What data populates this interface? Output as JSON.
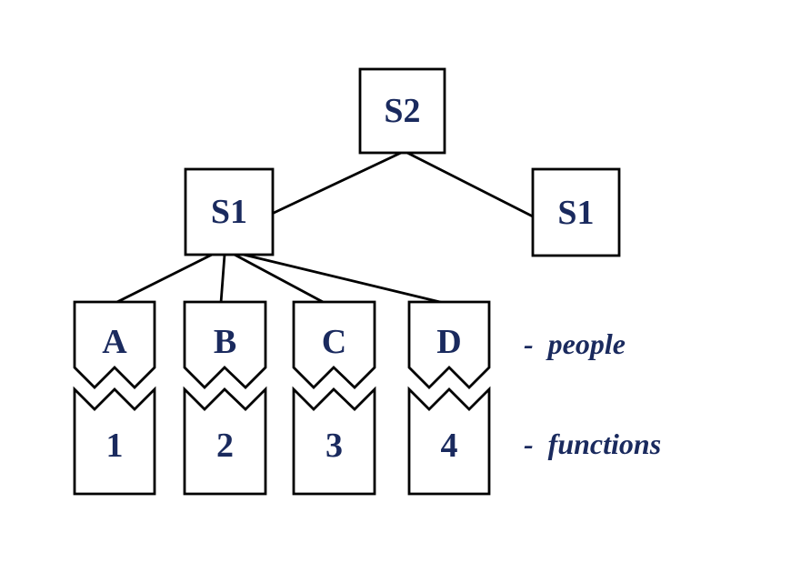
{
  "nodes": {
    "s2": "S2",
    "s1_left": "S1",
    "s1_right": "S1",
    "people": [
      "A",
      "B",
      "C",
      "D"
    ],
    "functions": [
      "1",
      "2",
      "3",
      "4"
    ]
  },
  "legend": {
    "people": "-  people",
    "functions": "-  functions"
  },
  "colors": {
    "label_text": "#1a2a5e",
    "line": "#000000",
    "background": "#ffffff"
  }
}
